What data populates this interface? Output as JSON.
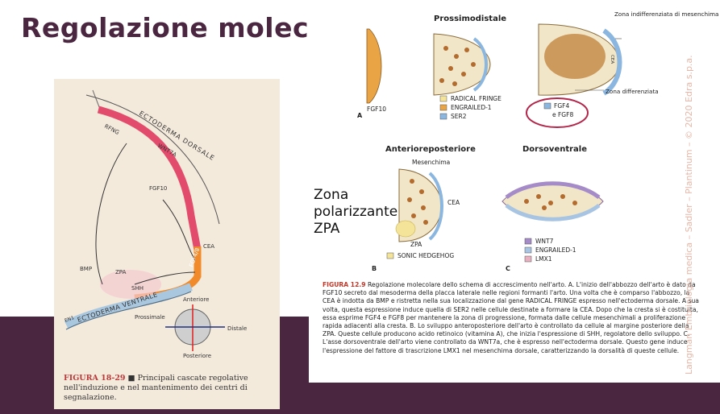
{
  "slide": {
    "title": "Regolazione molecolare",
    "zpa_label": "Zona polarizzante ZPA",
    "watermark": "Langman Embriologia medica – Sadler – Plantinum – © 2020 Edra s.p.a.",
    "colors": {
      "title": "#4b2640",
      "band": "#4b2640"
    }
  },
  "left_figure": {
    "labels": {
      "ectoderma_dorsale": "ECTODERMA DORSALE",
      "ectoderma_ventrale": "ECTODERMA VENTRALE",
      "rfng": "RFNG",
      "wnt7a": "WNT7A",
      "fgf10": "FGF10",
      "fgf48": "FGF4/8",
      "cea": "CEA",
      "bmp": "BMP",
      "zpa": "ZPA",
      "shh": "SHH",
      "en1": "EN1",
      "anteriore": "Anteriore",
      "posteriore": "Posteriore",
      "prossimale": "Prossimale",
      "distale": "Distale"
    },
    "caption_label": "FIGURA 18-29",
    "caption_text": "■ Principali cascate regolative nell'induzione e nel mantenimento dei centri di segnalazione."
  },
  "right_figure": {
    "section_titles": {
      "prossimodistale": "Prossimodistale",
      "anterioreposteriore": "Anterioreposteriore",
      "dorsoventrale": "Dorsoventrale"
    },
    "panel_letters": {
      "a": "A",
      "b": "B",
      "c": "C"
    },
    "labels": {
      "fgf10": "FGF10",
      "zona_indiff": "Zona indifferenziata di mesenchima proliferante",
      "zona_diff": "Zona differenziata",
      "cea_vertical": "CEA",
      "mesenchima": "Mesenchima",
      "cea": "CEA",
      "zpa": "ZPA"
    },
    "legend_a": [
      {
        "label": "RADICAL FRINGE",
        "color": "#f4e49a"
      },
      {
        "label": "ENGRAILED-1",
        "color": "#e9a545"
      },
      {
        "label": "SER2",
        "color": "#8ab6df"
      }
    ],
    "legend_fgf": {
      "line1": "FGF4",
      "line2": "e FGF8",
      "color": "#8ab6df"
    },
    "legend_b": [
      {
        "label": "SONIC HEDGEHOG",
        "color": "#f4e49a"
      }
    ],
    "legend_c": [
      {
        "label": "WNT7",
        "color": "#a68bc9"
      },
      {
        "label": "ENGRAILED-1",
        "color": "#a8c4e3"
      },
      {
        "label": "LMX1",
        "color": "#e9b0c2"
      }
    ],
    "caption_label": "FIGURA 12.9",
    "caption_text": "Regolazione molecolare dello schema di accrescimento nell'arto. A. L'inizio dell'abbozzo dell'arto è dato da FGF10 secreto dal mesoderma della placca laterale nelle regioni formanti l'arto. Una volta che è comparso l'abbozzo, la CEA è indotta da BMP e ristretta nella sua localizzazione dal gene RADICAL FRINGE espresso nell'ectoderma dorsale. A sua volta, questa espressione induce quella di SER2 nelle cellule destinate a formare la CEA. Dopo che la cresta si è costituita, essa esprime FGF4 e FGF8 per mantenere la zona di progressione, formata dalle cellule mesenchimali a proliferazione rapida adiacenti alla cresta. B. Lo sviluppo anteroposteriore dell'arto è controllato da cellule al margine posteriore della ZPA. Queste cellule producono acido retinoico (vitamina A), che inizia l'espressione di SHH, regolatore dello sviluppo. C. L'asse dorsoventrale dell'arto viene controllato da WNT7a, che è espresso nell'ectoderma dorsale. Questo gene induce l'espressione del fattore di trascrizione LMX1 nel mesenchima dorsale, caratterizzando la dorsalità di queste cellule."
  }
}
